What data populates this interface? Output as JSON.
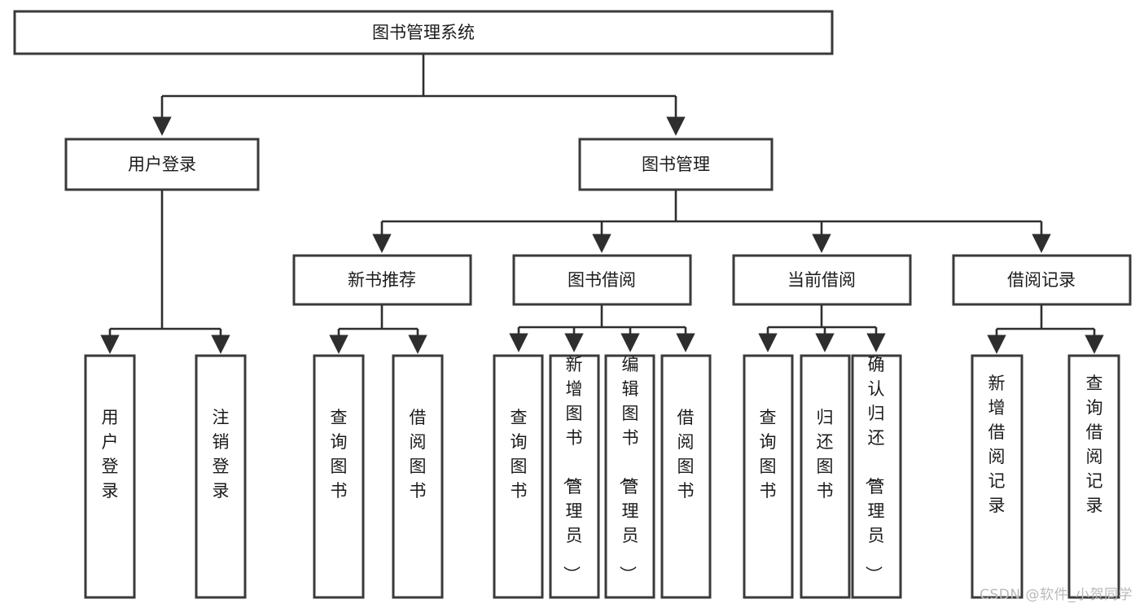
{
  "diagram": {
    "type": "tree-flowchart",
    "title": "图书管理系统",
    "watermark": "CSDN @软件_小贺同学",
    "colors": {
      "box_stroke": "#3a3a3a",
      "box_fill": "#ffffff",
      "connector": "#2e2e2e",
      "text": "#1b1b1b",
      "watermark": "#b9b9b9"
    },
    "levels": {
      "root": {
        "label": "图书管理系统"
      },
      "level2": [
        {
          "label": "用户登录"
        },
        {
          "label": "图书管理"
        }
      ],
      "level3": [
        {
          "label": "新书推荐"
        },
        {
          "label": "图书借阅"
        },
        {
          "label": "当前借阅"
        },
        {
          "label": "借阅记录"
        }
      ],
      "leaves": {
        "user_login": [
          {
            "label": "用户登录"
          },
          {
            "label": "注销登录"
          }
        ],
        "new_book_recommend": [
          {
            "label": "查询图书"
          },
          {
            "label": "借阅图书"
          }
        ],
        "book_borrow": [
          {
            "label": "查询图书"
          },
          {
            "label": "新增图书（管理员）"
          },
          {
            "label": "编辑图书（管理员）"
          },
          {
            "label": "借阅图书"
          }
        ],
        "current_borrow": [
          {
            "label": "查询图书"
          },
          {
            "label": "归还图书"
          },
          {
            "label": "确认归还（管理员）"
          }
        ],
        "borrow_record": [
          {
            "label": "新增借阅记录"
          },
          {
            "label": "查询借阅记录"
          }
        ]
      }
    }
  }
}
